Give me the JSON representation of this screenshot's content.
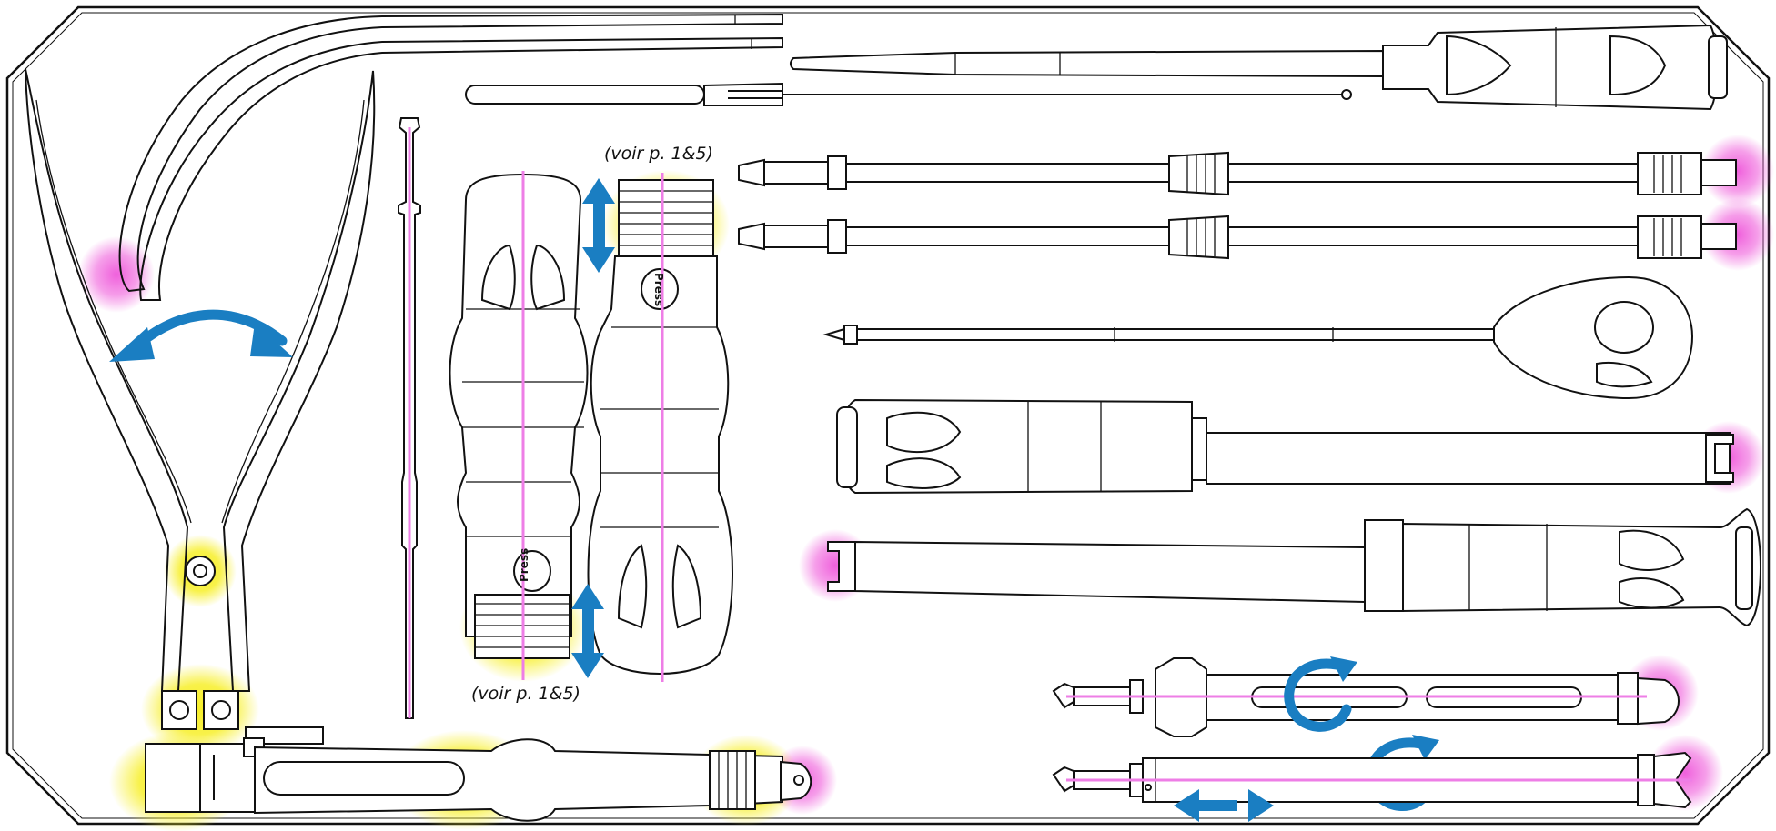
{
  "annotations": {
    "top_reference": "(voir p. 1&5)",
    "bottom_reference": "(voir p. 1&5)",
    "handle_marking": "Press"
  },
  "colors": {
    "outline": "#111111",
    "highlight_yellow": "#f7ef2a",
    "highlight_pink": "#ee4fd8",
    "axis_line_pink": "#ee7ee6",
    "arrow_blue": "#1a7ec2",
    "background": "#ffffff"
  }
}
